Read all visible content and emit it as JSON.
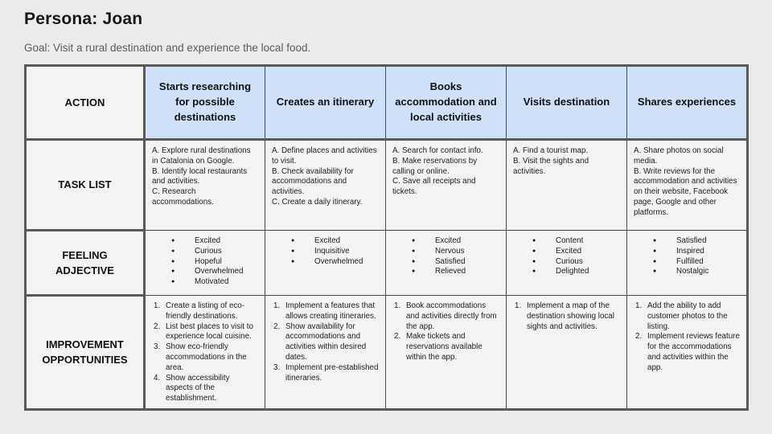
{
  "page": {
    "title": "Persona: Joan",
    "subtitle": "Goal: Visit a rural destination and experience the local food."
  },
  "colors": {
    "slide_background": "#ebebeb",
    "stage_header_background": "#cfe0f7",
    "label_cell_background": "#f3f3f3",
    "thick_border": "#595959",
    "thin_border": "#4a4a4a",
    "subtitle_text": "#5c5c5c"
  },
  "table": {
    "corner_label": "ACTION",
    "columns": [
      "Starts researching for possible destinations",
      "Creates an itinerary",
      "Books accommodation and local activities",
      "Visits destination",
      "Shares experiences"
    ],
    "rows": [
      {
        "label": "TASK LIST",
        "type": "plain",
        "cells": [
          [
            "A. Explore rural destinations in Catalonia on Google.",
            "B. Identify local restaurants and activities.",
            "C. Research accommodations."
          ],
          [
            "A. Define places and activities to visit.",
            "B. Check availability for accommodations and activities.",
            "C. Create a daily itinerary."
          ],
          [
            "A. Search for contact info.",
            "B. Make reservations by calling or online.",
            "C. Save all receipts and tickets."
          ],
          [
            "A. Find a tourist map.",
            "B. Visit the sights and activities."
          ],
          [
            "A. Share photos on social media.",
            "B. Write reviews for the accommodation and activities on their website, Facebook page, Google and other platforms."
          ]
        ]
      },
      {
        "label": "FEELING ADJECTIVE",
        "type": "bullets",
        "bullet_glyph": "●",
        "cells": [
          [
            "Excited",
            "Curious",
            "Hopeful",
            "Overwhelmed",
            "Motivated"
          ],
          [
            "Excited",
            "Inquisitive",
            "Overwhelmed"
          ],
          [
            "Excited",
            "Nervous",
            "Satisfied",
            "Relieved"
          ],
          [
            "Content",
            "Excited",
            "Curious",
            "Delighted"
          ],
          [
            "Satisfied",
            "Inspired",
            "Fulfilled",
            "Nostalgic"
          ]
        ]
      },
      {
        "label": "IMPROVEMENT OPPORTUNITIES",
        "type": "numbered",
        "cells": [
          [
            "Create a listing of eco-friendly destinations.",
            "List best places to visit to experience local cuisine.",
            "Show eco-friendly accommodations in the area.",
            "Show accessibility aspects of the establishment."
          ],
          [
            "Implement a features that allows creating itineraries.",
            "Show availability for accommodations and activities within desired dates.",
            "Implement pre-established itineraries."
          ],
          [
            "Book accommodations and activities directly from the app.",
            "Make tickets and reservations available within the app."
          ],
          [
            "Implement a map of the destination showing local sights and activities."
          ],
          [
            "Add the ability to add customer photos to the listing.",
            "Implement reviews feature for the accommodations and activities within the app."
          ]
        ]
      }
    ]
  }
}
